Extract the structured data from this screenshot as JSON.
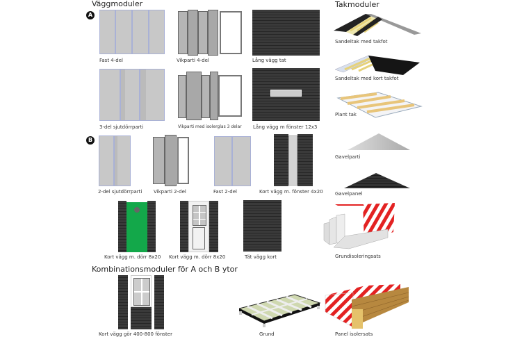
{
  "wall_modules": {
    "title": "Väggmoduler",
    "section_a_badge": "A",
    "section_b_badge": "B",
    "items": [
      {
        "label": "Fast 4-del"
      },
      {
        "label": "Vikparti 4-del"
      },
      {
        "label": "Lång vägg tat"
      },
      {
        "label": "3-del sjutdörrparti"
      },
      {
        "label": "Vikparti med isolerglas 3 delar"
      },
      {
        "label": "Lång vägg m fönster 12x3"
      },
      {
        "label": "2-del sjutdörrparti"
      },
      {
        "label": "Vikparti 2-del"
      },
      {
        "label": "Fast 2-del"
      },
      {
        "label": "Kort vägg m. fönster 4x20"
      },
      {
        "label": "Kort vägg m. dörr 8x20"
      },
      {
        "label": "Kort vägg m. dörr 8x20"
      },
      {
        "label": "Tät vägg kort"
      }
    ]
  },
  "combination_modules": {
    "title": "Kombinationsmoduler för A och B ytor",
    "items": [
      {
        "label": "Kort vägg gör 400-800 fönster"
      },
      {
        "label": "Grund"
      },
      {
        "label": "Panel isolersats"
      }
    ]
  },
  "roof_modules": {
    "title": "Takmoduler",
    "items": [
      {
        "label": "Sandeltak med takfot"
      },
      {
        "label": "Sandeltak med kort takfot"
      },
      {
        "label": "Plant tak"
      },
      {
        "label": "Gavelparti"
      },
      {
        "label": "Gavelpanel"
      },
      {
        "label": "Grundisoleringsats"
      }
    ]
  },
  "colors": {
    "door_green": "#13a84a",
    "siding": "#2e2e2e",
    "glass": "#c8c8c8",
    "insulation_red": "#e32222"
  }
}
